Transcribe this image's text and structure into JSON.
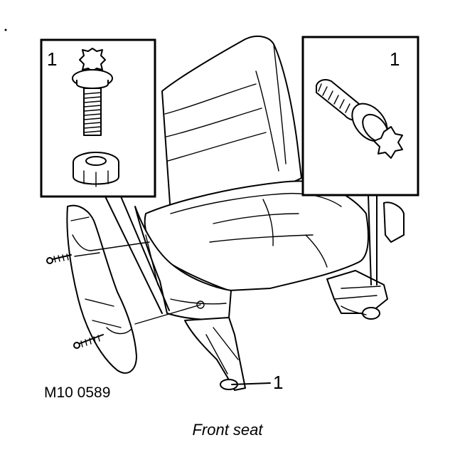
{
  "figure": {
    "reference_code": "M10 0589",
    "caption": "Front seat",
    "callouts": {
      "left_inset": "1",
      "right_inset": "1",
      "main_view": "1"
    }
  }
}
